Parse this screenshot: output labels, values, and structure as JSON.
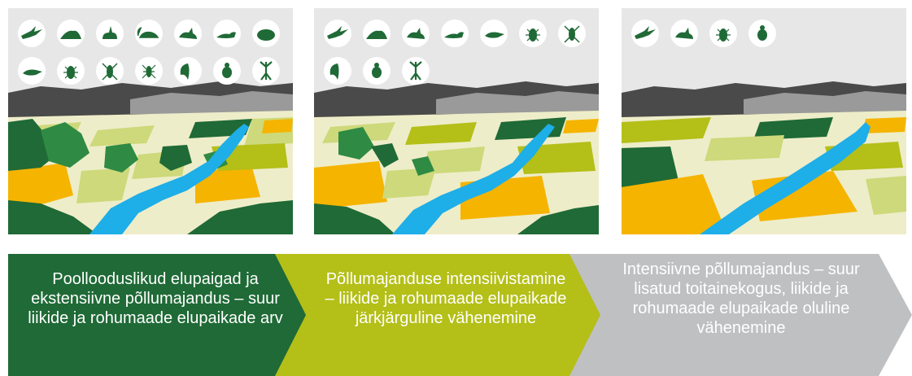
{
  "colors": {
    "dark_green": "#1f6a36",
    "olive": "#b4bf18",
    "light_green": "#cdd97a",
    "pale_field": "#eeedc9",
    "yellow_field": "#f5b400",
    "river": "#1eaee8",
    "gray_arrow": "#bfc0c2",
    "icon_green": "#1f6a36"
  },
  "panels": [
    {
      "stage": "seminatural",
      "icons": [
        "eagle-icon",
        "mole-hill-icon",
        "rabbit-icon",
        "mouse-icon",
        "hare-icon",
        "weasel-icon",
        "vole-icon",
        "shrew-icon",
        "beetle-icon",
        "grasshopper-icon",
        "cricket-icon",
        "butterfly-icon",
        "bug-icon",
        "mantis-icon"
      ]
    },
    {
      "stage": "intensifying",
      "icons": [
        "eagle-icon",
        "mole-hill-icon",
        "hare-icon",
        "weasel-icon",
        "shrew-icon",
        "beetle-icon",
        "grasshopper-icon",
        "butterfly-icon",
        "bug-icon",
        "mantis-icon"
      ]
    },
    {
      "stage": "intensive",
      "icons": [
        "eagle-icon",
        "hare-icon",
        "beetle-icon",
        "bug-icon"
      ]
    }
  ],
  "stages": [
    {
      "text": "Poollooduslikud elupaigad ja ekstensiivne põllumajandus – suur liikide ja rohumaade elupaikade arv"
    },
    {
      "text": "Põllumajanduse intensiivistamine – liikide ja rohumaade elupaikade järkjärguline vähenemine"
    },
    {
      "text": "Intensiivne põllumajandus – suur lisatud toitainekogus, liikide ja rohumaade elupaikade oluline vähenemine"
    }
  ]
}
